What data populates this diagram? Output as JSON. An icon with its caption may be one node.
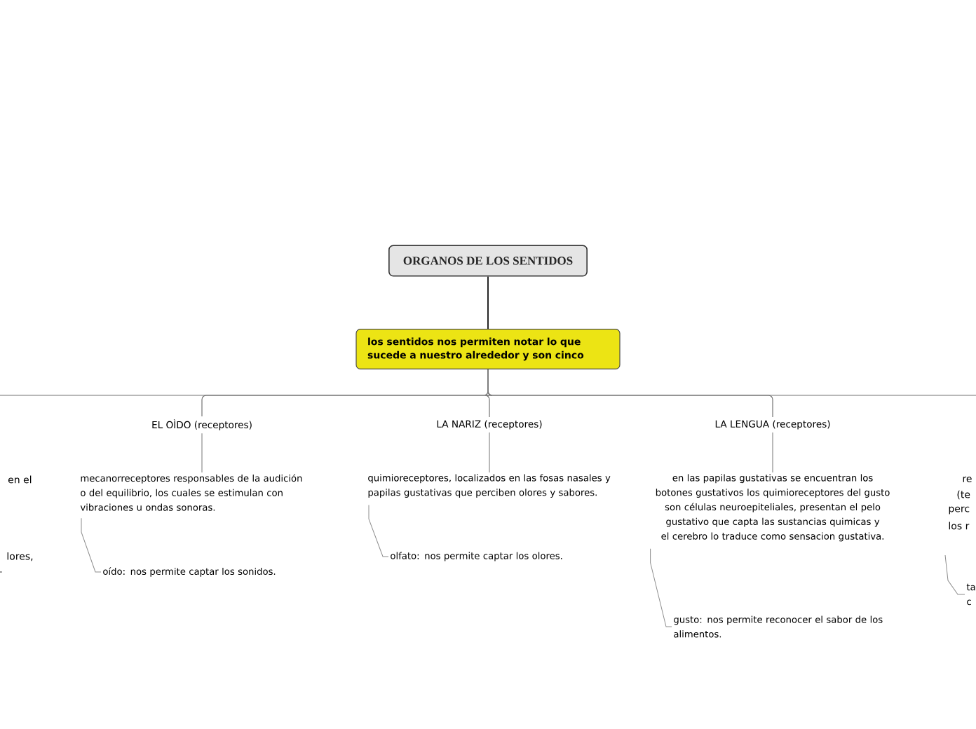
{
  "diagram": {
    "nodes": [
      {
        "text": [
          "ORGANOS DE LOS SENTIDOS"
        ]
      },
      {
        "text": [
          "los sentidos nos permiten notar lo que sucede a nuestro alrededor y son cinco"
        ]
      },
      {
        "text": [
          "EL OÌDO (receptores)"
        ]
      },
      {
        "text": [
          "LA NARIZ (receptores)"
        ]
      },
      {
        "text": [
          "LA LENGUA (receptores)"
        ]
      },
      {
        "text": [
          "mecanorreceptores responsables de la audición o del equilibrio, los cuales se estimulan con vibraciones u ondas sonoras."
        ]
      },
      {
        "text": [
          "oído: nos permite captar los sonidos."
        ]
      },
      {
        "text": [
          "quimioreceptores, localizados en las fosas nasales y papilas gustativas que perciben olores y sabores."
        ]
      },
      {
        "text": [
          "olfato: nos permite captar los olores."
        ]
      },
      {
        "text": [
          "en las papilas gustativas se encuentran los botones gustativos los quimioreceptores del gusto son células neuroepiteliales, presentan el pelo gustativo que capta las sustancias quimicas y el cerebro lo traduce como sensacion gustativa."
        ]
      },
      {
        "text": [
          "gusto: nos permite reconocer el sabor de los alimentos."
        ]
      },
      {
        "text": [
          "ta c"
        ]
      }
    ],
    "edges": [
      {
        "from": 0,
        "to": 1,
        "arrow": "none",
        "color": "#262626"
      },
      {
        "from": 1,
        "to": 2,
        "arrow": "none"
      },
      {
        "from": 1,
        "to": 3,
        "arrow": "none"
      },
      {
        "from": 1,
        "to": 4,
        "arrow": "none"
      },
      {
        "from": 2,
        "to": 5,
        "arrow": "none"
      },
      {
        "from": 5,
        "to": 6,
        "arrow": "none"
      },
      {
        "from": 3,
        "to": 7,
        "arrow": "none"
      },
      {
        "from": 7,
        "to": 8,
        "arrow": "none"
      },
      {
        "from": 4,
        "to": 9,
        "arrow": "none"
      },
      {
        "from": 9,
        "to": 10,
        "arrow": "none"
      },
      {
        "from": null,
        "to": 11,
        "arrow": "none"
      }
    ],
    "labels": [
      "en el",
      "re",
      "(te",
      "perc",
      "los r",
      "lores,",
      "."
    ]
  }
}
